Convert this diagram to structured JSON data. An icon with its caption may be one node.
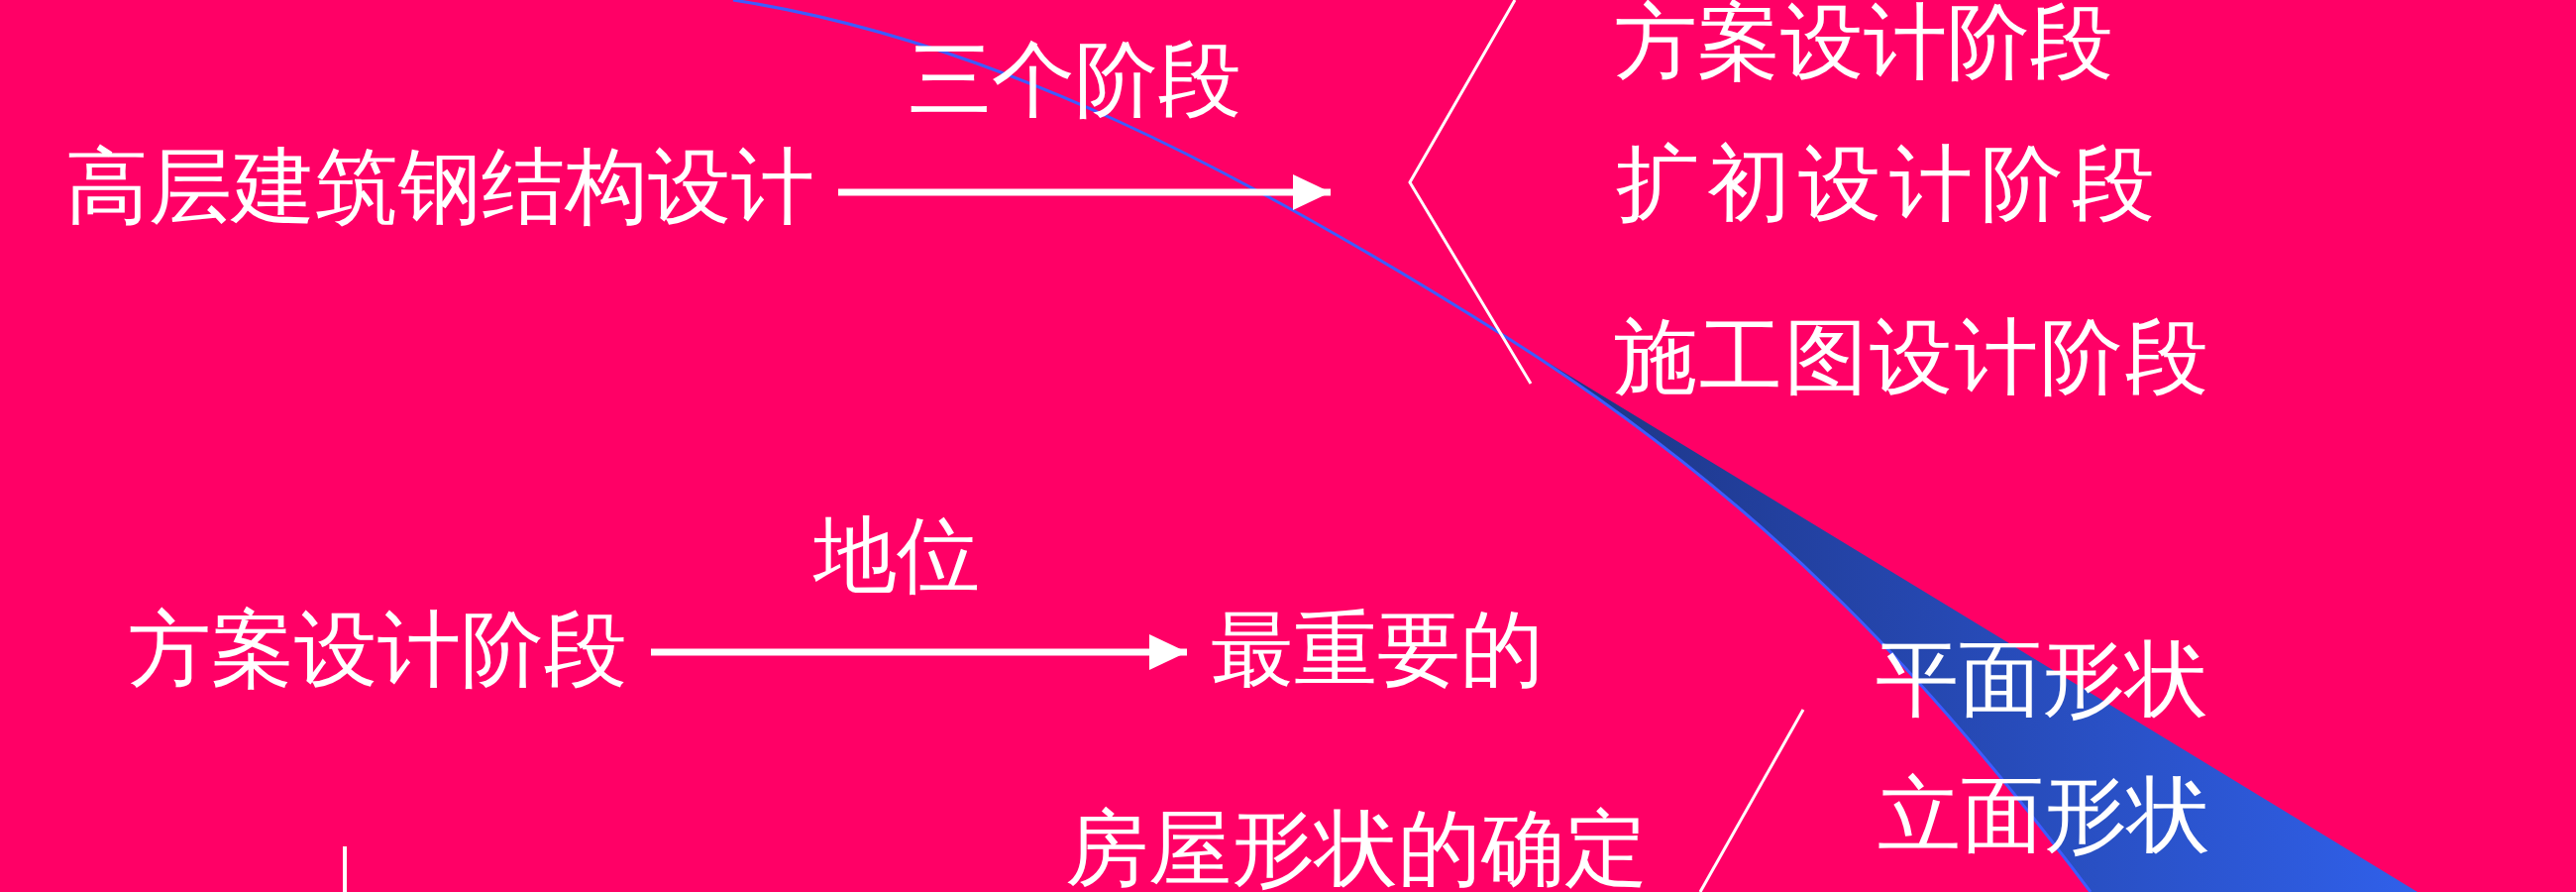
{
  "diagram": {
    "nodes": [
      {
        "text": [
          "高层建筑钢结构设计"
        ]
      },
      {
        "text": [
          "方案设计阶段"
        ]
      },
      {
        "text": [
          "最重要的"
        ]
      }
    ],
    "edges": [
      {
        "from": 0,
        "to": null,
        "arrow": "to",
        "label": "三个阶段"
      },
      {
        "from": 1,
        "to": 2,
        "arrow": "to",
        "label": "地位"
      }
    ],
    "labels": [
      "方案设计阶段",
      "扩初设计阶段",
      "施工图设计阶段",
      "平面形状",
      "立面形状",
      "房屋形状的确定"
    ]
  }
}
